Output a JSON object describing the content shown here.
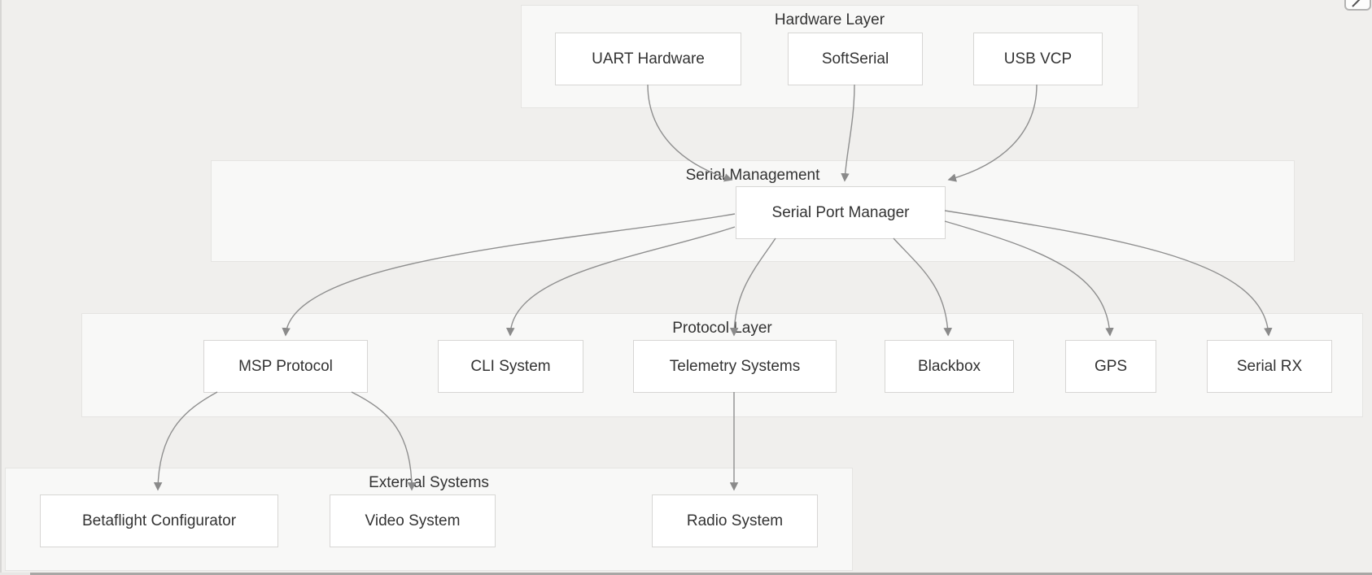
{
  "diagram": {
    "clusters": {
      "hardware": {
        "label": "Hardware Layer",
        "nodes": {
          "uart": "UART Hardware",
          "softserial": "SoftSerial",
          "usbvcp": "USB VCP"
        }
      },
      "serial": {
        "label": "Serial Management",
        "nodes": {
          "spm": "Serial Port Manager"
        }
      },
      "protocol": {
        "label": "Protocol Layer",
        "nodes": {
          "msp": "MSP Protocol",
          "cli": "CLI System",
          "telemetry": "Telemetry Systems",
          "blackbox": "Blackbox",
          "gps": "GPS",
          "serialrx": "Serial RX"
        }
      },
      "external": {
        "label": "External Systems",
        "nodes": {
          "betaflight": "Betaflight Configurator",
          "video": "Video System",
          "radio": "Radio System"
        }
      }
    },
    "edges": [
      {
        "from": "UART Hardware",
        "to": "Serial Port Manager"
      },
      {
        "from": "SoftSerial",
        "to": "Serial Port Manager"
      },
      {
        "from": "USB VCP",
        "to": "Serial Port Manager"
      },
      {
        "from": "Serial Port Manager",
        "to": "MSP Protocol"
      },
      {
        "from": "Serial Port Manager",
        "to": "CLI System"
      },
      {
        "from": "Serial Port Manager",
        "to": "Telemetry Systems"
      },
      {
        "from": "Serial Port Manager",
        "to": "Blackbox"
      },
      {
        "from": "Serial Port Manager",
        "to": "GPS"
      },
      {
        "from": "Serial Port Manager",
        "to": "Serial RX"
      },
      {
        "from": "MSP Protocol",
        "to": "Betaflight Configurator"
      },
      {
        "from": "MSP Protocol",
        "to": "Video System"
      },
      {
        "from": "Telemetry Systems",
        "to": "Radio System"
      }
    ],
    "colors": {
      "page_background": "#f0efed",
      "cluster_background": "#f8f8f7",
      "cluster_border": "#e5e4e2",
      "node_background": "#ffffff",
      "node_border": "#d7d6d4",
      "edge": "#8f8f8f",
      "text": "#333333"
    }
  }
}
